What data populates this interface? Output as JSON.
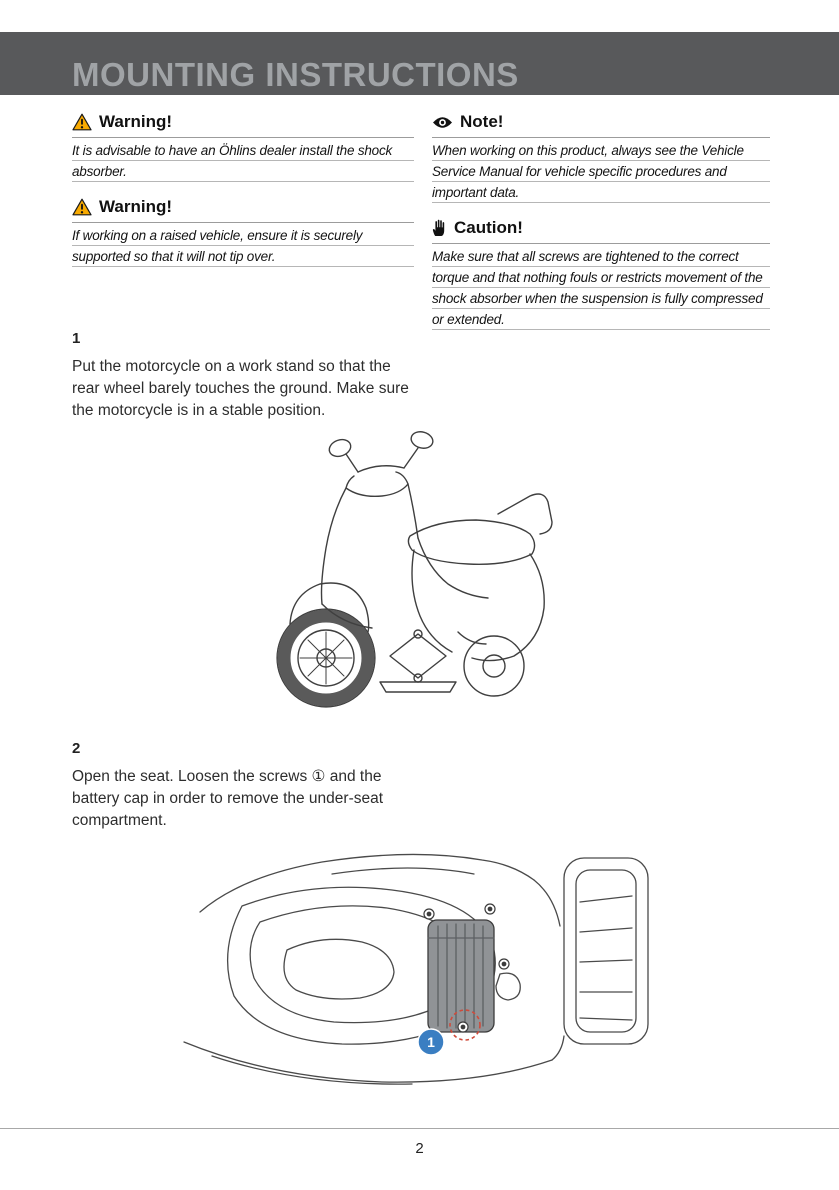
{
  "header": {
    "title": "MOUNTING INSTRUCTIONS"
  },
  "notices": {
    "warning1": {
      "icon": "warning-triangle",
      "label": "Warning!",
      "text": "It is advisable to have an Öhlins dealer install the shock absorber."
    },
    "warning2": {
      "icon": "warning-triangle",
      "label": "Warning!",
      "text": "If working on a raised vehicle, ensure it is securely supported so that it will not tip over."
    },
    "note": {
      "icon": "eye",
      "label": "Note!",
      "text": "When working on this product, always see the Vehicle Service Manual for vehicle specific procedures and important data."
    },
    "caution": {
      "icon": "hand",
      "label": "Caution!",
      "text": "Make sure that all screws are tightened to the correct torque and that nothing fouls or restricts movement of the shock absorber when the suspension is fully compressed or extended."
    }
  },
  "steps": [
    {
      "number": "1",
      "text": "Put the motorcycle on a work stand so that the rear wheel barely touches the ground. Make sure the motorcycle is in a stable position."
    },
    {
      "number": "2",
      "text": "Open the seat. Loosen the screws ① and the battery cap in order to remove the under-seat compartment."
    }
  ],
  "callouts": {
    "seat_screw": "1"
  },
  "footer": {
    "page_number": "2"
  },
  "colors": {
    "header_band": "#58595b",
    "title_text": "#a0a3a6",
    "warning_yellow": "#f8aa00",
    "callout_blue": "#3a7ec2",
    "highlight_red": "#d04a3a",
    "rule_gray": "#b6b6b6"
  }
}
